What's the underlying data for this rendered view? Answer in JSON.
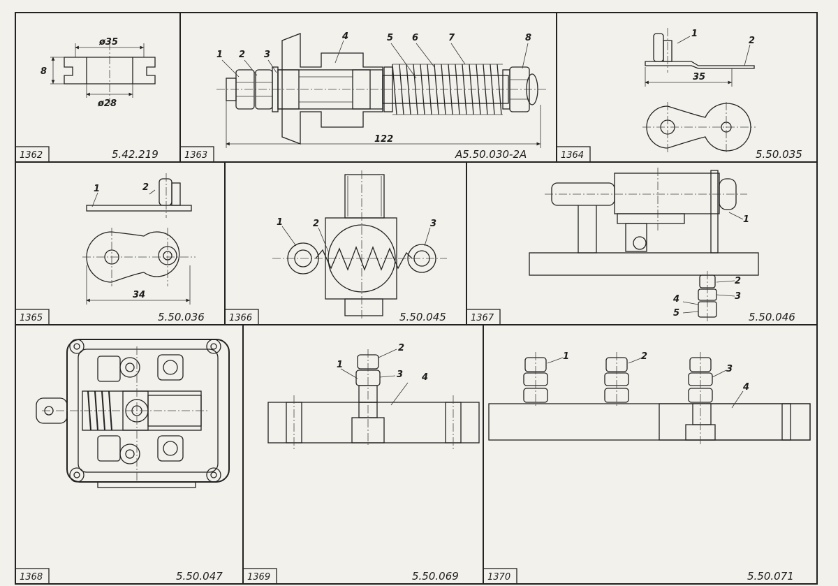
{
  "cells": [
    {
      "id": "1362",
      "code": "5.42.219",
      "labels": [
        "8",
        "ø35",
        "ø28"
      ]
    },
    {
      "id": "1363",
      "code": "А5.50.030-2А",
      "labels": [
        "1",
        "2",
        "3",
        "4",
        "5",
        "6",
        "7",
        "8",
        "122"
      ]
    },
    {
      "id": "1364",
      "code": "5.50.035",
      "labels": [
        "1",
        "2",
        "35"
      ]
    },
    {
      "id": "1365",
      "code": "5.50.036",
      "labels": [
        "1",
        "2",
        "34"
      ]
    },
    {
      "id": "1366",
      "code": "5.50.045",
      "labels": [
        "1",
        "2",
        "3"
      ]
    },
    {
      "id": "1367",
      "code": "5.50.046",
      "labels": [
        "1",
        "2",
        "3",
        "4",
        "5"
      ]
    },
    {
      "id": "1368",
      "code": "5.50.047",
      "labels": []
    },
    {
      "id": "1369",
      "code": "5.50.069",
      "labels": [
        "1",
        "2",
        "3",
        "4"
      ]
    },
    {
      "id": "1370",
      "code": "5.50.071",
      "labels": [
        "1",
        "2",
        "3",
        "4"
      ]
    }
  ],
  "colors": {
    "paper": "#f2f1ec",
    "ink": "#1d1d1d"
  }
}
